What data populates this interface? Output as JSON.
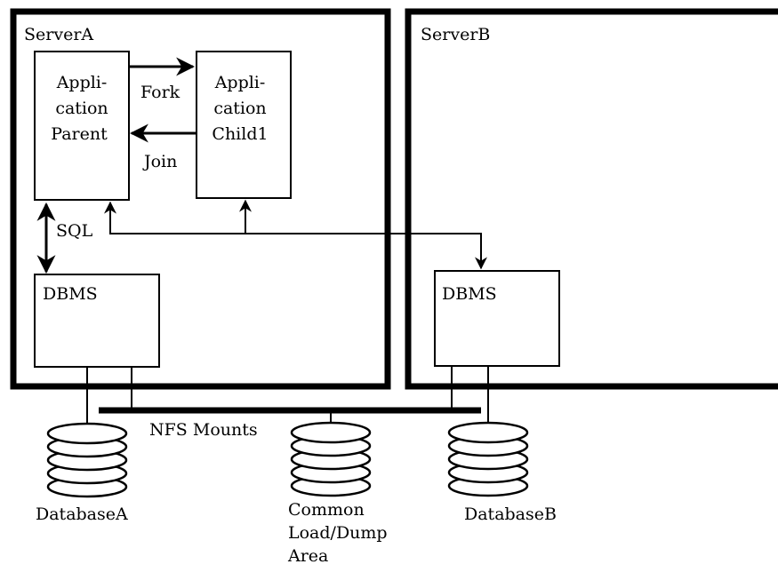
{
  "servers": {
    "a": {
      "label": "ServerA"
    },
    "b": {
      "label": "ServerB"
    }
  },
  "app_parent": {
    "lines": [
      "Appli-",
      "cation",
      "Parent"
    ]
  },
  "app_child": {
    "lines": [
      "Appli-",
      "cation",
      "Child1"
    ]
  },
  "links": {
    "fork": "Fork",
    "join": "Join",
    "sql": "SQL",
    "nfs": "NFS Mounts"
  },
  "dbms_a": {
    "label": "DBMS"
  },
  "dbms_b": {
    "label": "DBMS"
  },
  "databases": {
    "a": {
      "label": "DatabaseA"
    },
    "b": {
      "label": "DatabaseB"
    },
    "common": {
      "lines": [
        "Common",
        "Load/Dump",
        "Area"
      ]
    }
  },
  "colors": {
    "ink": "#000000",
    "background": "#ffffff"
  }
}
